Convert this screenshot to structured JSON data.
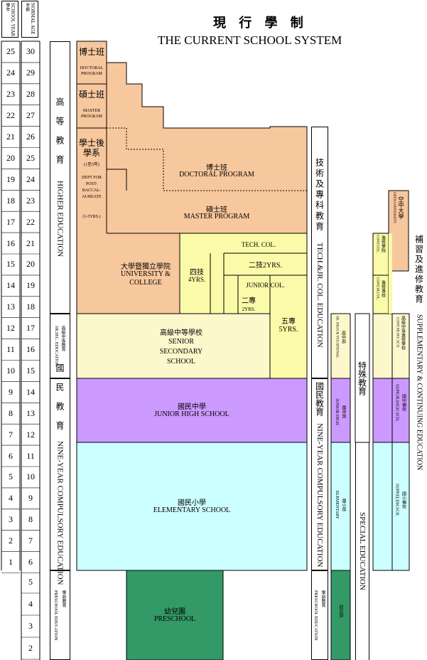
{
  "title": {
    "zh": "現 行 學 制",
    "en": "THE CURRENT SCHOOL SYSTEM"
  },
  "headers": {
    "school_year": "SCHOOL YEAR 學年",
    "normal_age": "NORMAL AGE 年齡"
  },
  "rows": [
    {
      "year": "25",
      "age": "30"
    },
    {
      "year": "24",
      "age": "29"
    },
    {
      "year": "23",
      "age": "28"
    },
    {
      "year": "22",
      "age": "27"
    },
    {
      "year": "21",
      "age": "26"
    },
    {
      "year": "20",
      "age": "25"
    },
    {
      "year": "19",
      "age": "24"
    },
    {
      "year": "18",
      "age": "23"
    },
    {
      "year": "17",
      "age": "22"
    },
    {
      "year": "16",
      "age": "21"
    },
    {
      "year": "15",
      "age": "20"
    },
    {
      "year": "14",
      "age": "19"
    },
    {
      "year": "13",
      "age": "18"
    },
    {
      "year": "12",
      "age": "17"
    },
    {
      "year": "11",
      "age": "16"
    },
    {
      "year": "10",
      "age": "15"
    },
    {
      "year": "9",
      "age": "14"
    },
    {
      "year": "8",
      "age": "13"
    },
    {
      "year": "7",
      "age": "12"
    },
    {
      "year": "6",
      "age": "11"
    },
    {
      "year": "5",
      "age": "10"
    },
    {
      "year": "4",
      "age": "9"
    },
    {
      "year": "3",
      "age": "8"
    },
    {
      "year": "2",
      "age": "7"
    },
    {
      "year": "1",
      "age": "6"
    }
  ],
  "preschool_ages": [
    "5",
    "4",
    "3",
    "2"
  ],
  "left_bands": {
    "higher": {
      "zh": "高 等 教 育",
      "en": "HIGHER EDUCATION"
    },
    "senior": {
      "zh": "高級中等教育",
      "en": "SR.SEC. EDUCATION"
    },
    "compulsory": {
      "zh": "國 民 教 育",
      "en": "NINE-YEAR COMPULSORY EDUCATION"
    },
    "preschool": {
      "zh": "學前教育",
      "en": "PRESCHOOL EDUCATION"
    }
  },
  "blocks": {
    "doctoral_small": {
      "zh": "博士班",
      "en": "DOCTORAL PROGRAM"
    },
    "master_small": {
      "zh": "碩士班",
      "en": "MASTER PROGRAM"
    },
    "postbacc": {
      "zh": "學士後學系",
      "sub": "(1至5年)",
      "en": "DEPT FOR POST-BACCAL-AUREATE",
      "yrs": "(1-5YRS.)"
    },
    "doctoral": {
      "zh": "博士班",
      "en": "DOCTORAL PROGRAM"
    },
    "master": {
      "zh": "碩士班",
      "en": "MASTER PROGRAM"
    },
    "university": {
      "zh": "大學暨獨立學院",
      "en": "UNIVERSITY & COLLEGE"
    },
    "tech_col": {
      "label": "TECH. COL."
    },
    "four_yr": {
      "zh": "四技",
      "en": "4YRS."
    },
    "two_yr": {
      "zh": "二技2YRS."
    },
    "junior_col": {
      "label": "JUNIOR COL."
    },
    "two_zhuan": {
      "zh": "二專",
      "en": "2YRS."
    },
    "five_zhuan": {
      "zh": "五專",
      "en": "5YRS."
    },
    "senior": {
      "zh": "高級中等學校",
      "en": "SENIOR SECONDARY SCHOOL"
    },
    "junior_high": {
      "zh": "國民中學",
      "en": "JUNIOR HIGH SCHOOL"
    },
    "elementary": {
      "zh": "國民小學",
      "en": "ELEMENTARY SCHOOL"
    },
    "preschool": {
      "zh": "幼兒園",
      "en": "PRESCHOOL"
    }
  },
  "right": {
    "tech_band": {
      "zh": "技術及專科教育",
      "en": "TECH.&JR. COL. EDUCATION"
    },
    "comp_band": {
      "zh": "國民教育",
      "en": "NINE-YEAR COMPULSORY EDUCATION"
    },
    "pre_band": {
      "zh": "學前教育",
      "en": "PRESCHOOL EDUCATION"
    },
    "sr_voc": {
      "zh": "高中部",
      "en": "SR. HIGH & VOCATIONAL"
    },
    "jr_voc": {
      "zh": "國中部",
      "en": "JUNIOR HIGH"
    },
    "elem_voc": {
      "zh": "國小部",
      "en": "ELEMENTARY"
    },
    "pre_voc": {
      "zh": "幼兒部"
    },
    "special": {
      "zh": "特殊教育",
      "en": "SPECIAL EDUCATION"
    },
    "open_univ": {
      "zh": "空中大學",
      "en": "OPEN UNIVERSITY"
    },
    "cont_col": {
      "zh": "進修學院",
      "en": "CONT.COL."
    },
    "cont_jr": {
      "zh": "進修專校",
      "en": "CONT.JR.COL."
    },
    "cont_sr": {
      "zh": "高級中等進修學校",
      "en": "CONT.SR.SEC.SCH."
    },
    "supp_jr": {
      "zh": "國中補校",
      "en": "SUPP.JR.HIGH SCH."
    },
    "supp_elem": {
      "zh": "國小補校",
      "en": "SUPP.ELEM.SCH."
    },
    "supp_band": {
      "zh": "補習及進修教育",
      "en": "SUPPLEMENTARY & CONTINUING EDUCATION"
    }
  },
  "colors": {
    "peach": "#f7c79d",
    "yellow": "#fafaa8",
    "cream": "#fdf8cc",
    "purple": "#cc99ff",
    "cyan": "#ccffff",
    "green": "#339966"
  }
}
